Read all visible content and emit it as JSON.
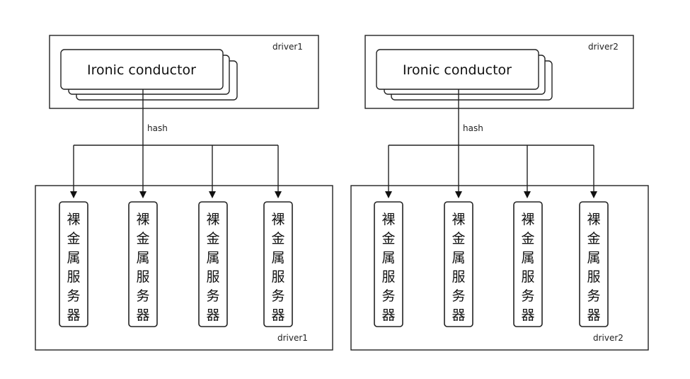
{
  "diagram": {
    "groups": [
      {
        "conductor_box_label": "driver1",
        "conductor_label": "Ironic conductor",
        "edge_label": "hash",
        "servers_box_label": "driver1",
        "servers": [
          {
            "label": "裸金属服务器",
            "chars": [
              "裸",
              "金",
              "属",
              "服",
              "务",
              "器"
            ]
          },
          {
            "label": "裸金属服务器",
            "chars": [
              "裸",
              "金",
              "属",
              "服",
              "务",
              "器"
            ]
          },
          {
            "label": "裸金属服务器",
            "chars": [
              "裸",
              "金",
              "属",
              "服",
              "务",
              "器"
            ]
          },
          {
            "label": "裸金属服务器",
            "chars": [
              "裸",
              "金",
              "属",
              "服",
              "务",
              "器"
            ]
          }
        ]
      },
      {
        "conductor_box_label": "driver2",
        "conductor_label": "Ironic conductor",
        "edge_label": "hash",
        "servers_box_label": "driver2",
        "servers": [
          {
            "label": "裸金属服务器",
            "chars": [
              "裸",
              "金",
              "属",
              "服",
              "务",
              "器"
            ]
          },
          {
            "label": "裸金属服务器",
            "chars": [
              "裸",
              "金",
              "属",
              "服",
              "务",
              "器"
            ]
          },
          {
            "label": "裸金属服务器",
            "chars": [
              "裸",
              "金",
              "属",
              "服",
              "务",
              "器"
            ]
          },
          {
            "label": "裸金属服务器",
            "chars": [
              "裸",
              "金",
              "属",
              "服",
              "务",
              "器"
            ]
          }
        ]
      }
    ]
  }
}
